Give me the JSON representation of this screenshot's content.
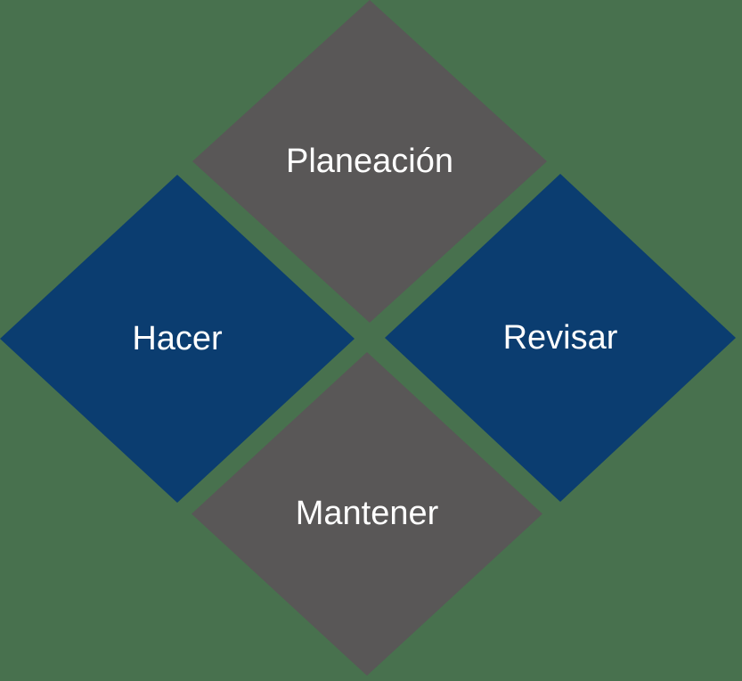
{
  "diagram": {
    "background_color": "#48714E",
    "text_color": "#FFFFFF",
    "nodes": [
      {
        "id": "top",
        "label": "Planeación",
        "shape": "diamond",
        "color": "#595757"
      },
      {
        "id": "left",
        "label": "Hacer",
        "shape": "diamond",
        "color": "#0B3D70"
      },
      {
        "id": "right",
        "label": "Revisar",
        "shape": "diamond",
        "color": "#0B3D70"
      },
      {
        "id": "bottom",
        "label": "Mantener",
        "shape": "diamond",
        "color": "#595757"
      }
    ]
  }
}
